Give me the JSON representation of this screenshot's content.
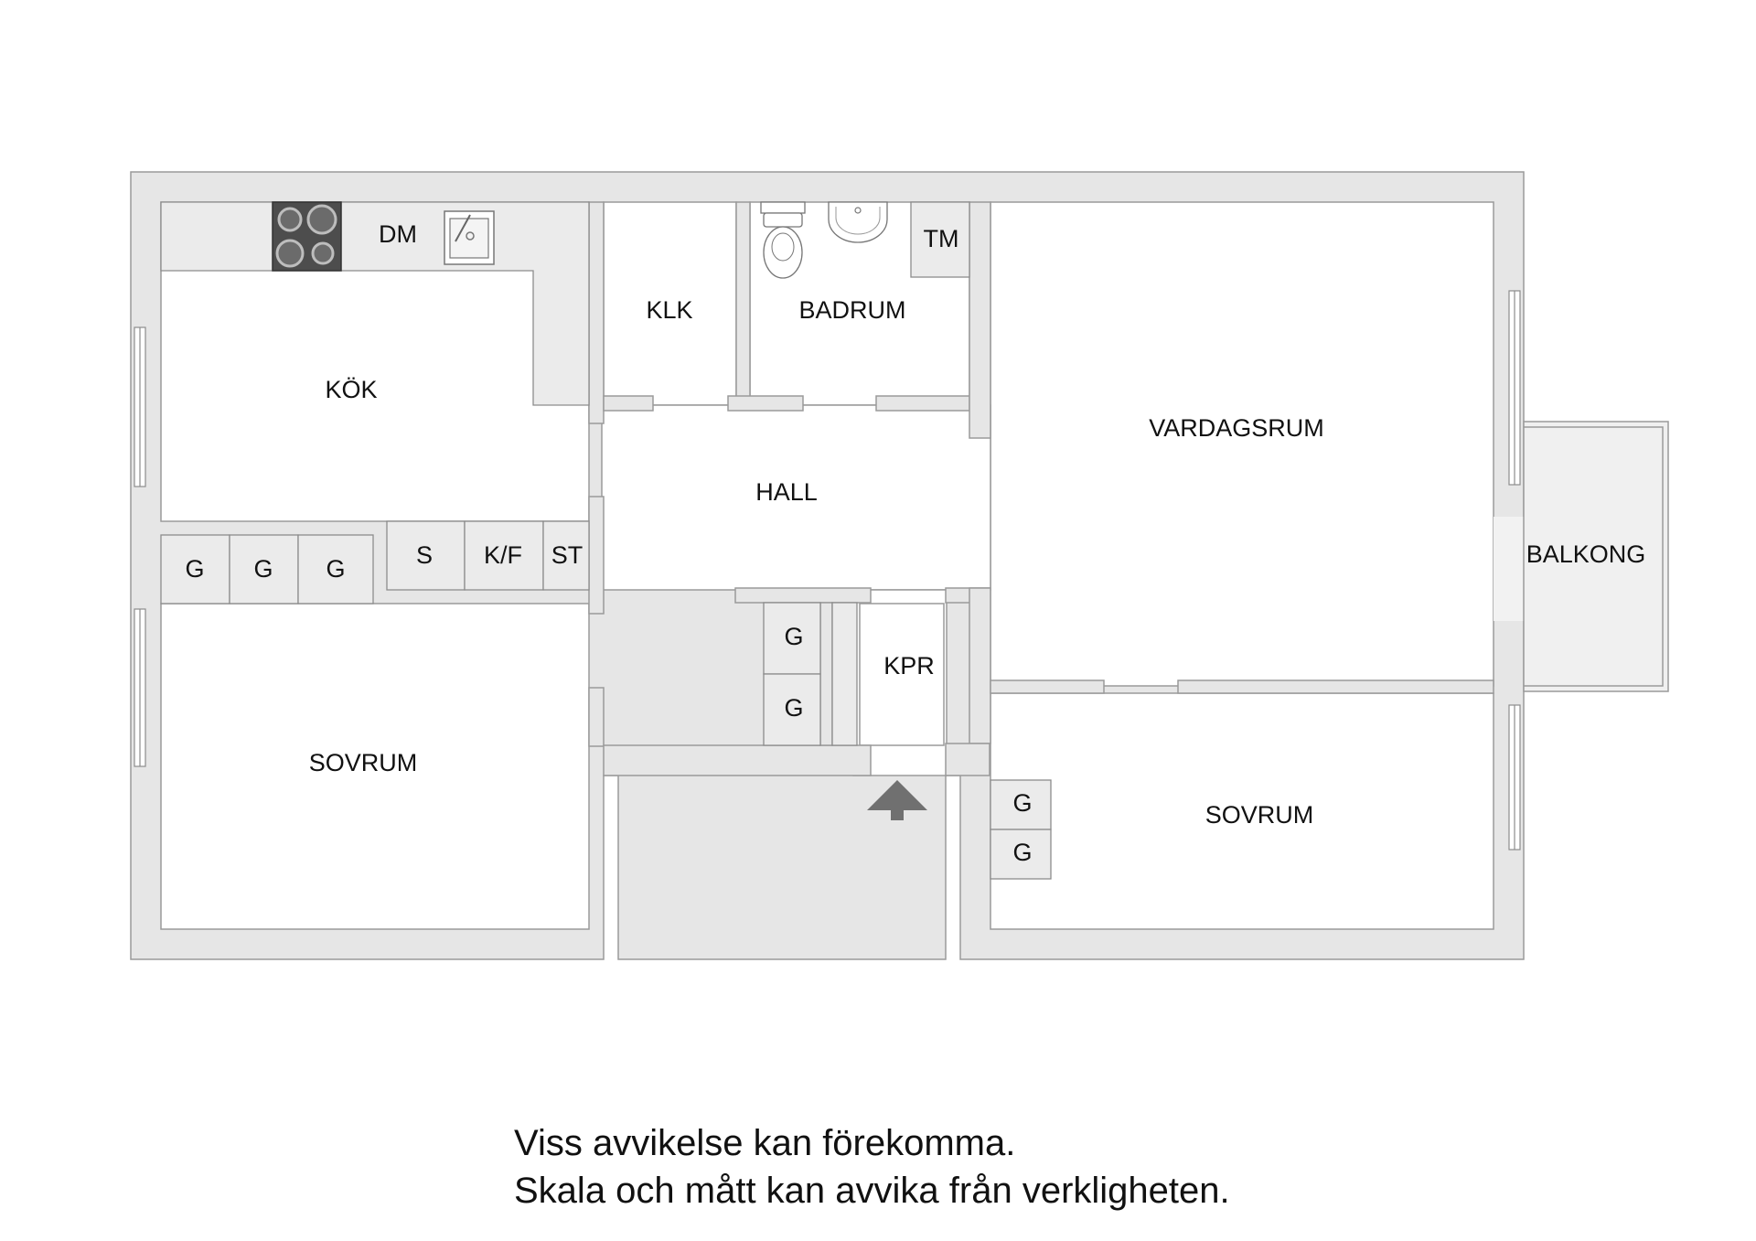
{
  "colors": {
    "wall": "#e6e6e6",
    "wall_edge": "#9a9a9a",
    "stove": "#4d4d4d",
    "arrow": "#707070"
  },
  "rooms": {
    "kok": "KÖK",
    "dm": "DM",
    "klk": "KLK",
    "badrum": "BADRUM",
    "tm": "TM",
    "vardagsrum": "VARDAGSRUM",
    "hall": "HALL",
    "balkong": "BALKONG",
    "kpr": "KPR",
    "sovrum_left": "SOVRUM",
    "sovrum_right": "SOVRUM"
  },
  "storage": {
    "hall_row": [
      "G",
      "G",
      "G"
    ],
    "hall_units": [
      "S",
      "K/F",
      "ST"
    ],
    "kpr_cabinets": [
      "G",
      "G"
    ],
    "sovrum_cabinets": [
      "G",
      "G"
    ]
  },
  "icons": [
    "stove-icon",
    "sink-icon",
    "toilet-icon",
    "washbasin-icon",
    "entrance-arrow-icon",
    "window-icon"
  ],
  "notes": {
    "line1": "Viss avvikelse kan förekomma.",
    "line2": "Skala och mått kan avvika från verkligheten."
  }
}
